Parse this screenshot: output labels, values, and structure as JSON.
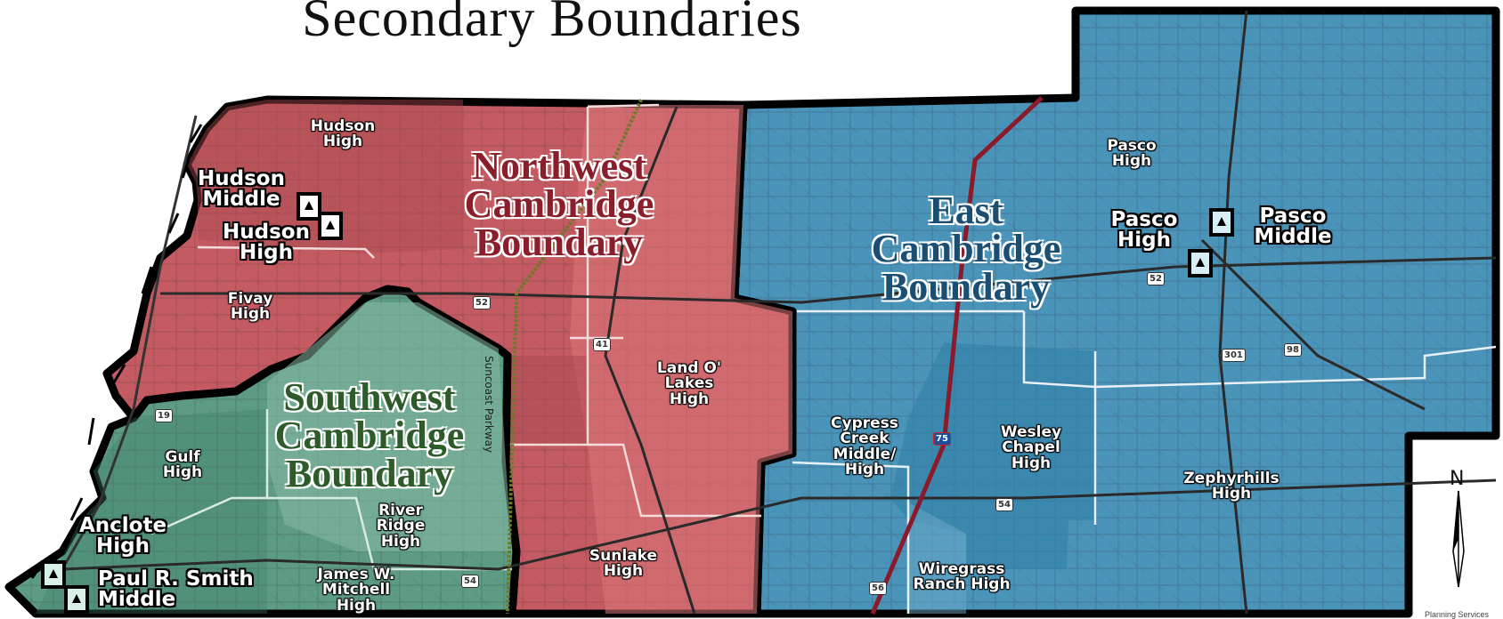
{
  "title": "Secondary Boundaries",
  "regions": {
    "northwest": {
      "line1": "Northwest",
      "line2": "Cambridge",
      "line3": "Boundary",
      "color": "#c95e63"
    },
    "southwest": {
      "line1": "Southwest",
      "line2": "Cambridge",
      "line3": "Boundary",
      "color": "#5b9a82"
    },
    "east": {
      "line1": "East",
      "line2": "Cambridge",
      "line3": "Boundary",
      "color": "#3f8fb7"
    }
  },
  "schools": {
    "hudson_high_zone": {
      "line1": "Hudson",
      "line2": "High"
    },
    "hudson_middle": {
      "line1": "Hudson",
      "line2": "Middle"
    },
    "hudson_high": {
      "line1": "Hudson",
      "line2": "High"
    },
    "fivay_high": {
      "line1": "Fivay",
      "line2": "High"
    },
    "gulf_high": {
      "line1": "Gulf",
      "line2": "High"
    },
    "anclote_high": {
      "line1": "Anclote",
      "line2": "High"
    },
    "paul_r_smith_middle": {
      "line1": "Paul R. Smith",
      "line2": "Middle"
    },
    "river_ridge_high": {
      "line1": "River",
      "line2": "Ridge",
      "line3": "High"
    },
    "james_w_mitchell_high": {
      "line1": "James W.",
      "line2": "Mitchell",
      "line3": "High"
    },
    "land_o_lakes_high": {
      "line1": "Land O'",
      "line2": "Lakes",
      "line3": "High"
    },
    "sunlake_high": {
      "line1": "Sunlake",
      "line2": "High"
    },
    "pasco_high_zone": {
      "line1": "Pasco",
      "line2": "High"
    },
    "pasco_high": {
      "line1": "Pasco",
      "line2": "High"
    },
    "pasco_middle": {
      "line1": "Pasco",
      "line2": "Middle"
    },
    "cypress_creek": {
      "line1": "Cypress",
      "line2": "Creek",
      "line3": "Middle/",
      "line4": "High"
    },
    "wesley_chapel_high": {
      "line1": "Wesley",
      "line2": "Chapel",
      "line3": "High"
    },
    "zephyrhills_high": {
      "line1": "Zephyrhills",
      "line2": "High"
    },
    "wiregrass_ranch_high": {
      "line1": "Wiregrass",
      "line2": "Ranch High"
    }
  },
  "roads": {
    "r52_nw": "52",
    "r41": "41",
    "r19": "19",
    "r54_sw": "54",
    "r52_e": "52",
    "r301": "301",
    "r98": "98",
    "i75": "75",
    "r54_e": "54",
    "r56": "56"
  },
  "parkway_label": "Suncoast Parkway",
  "north_label": "N",
  "footer_note": "Planning Services",
  "icons": [
    "school-icon"
  ]
}
